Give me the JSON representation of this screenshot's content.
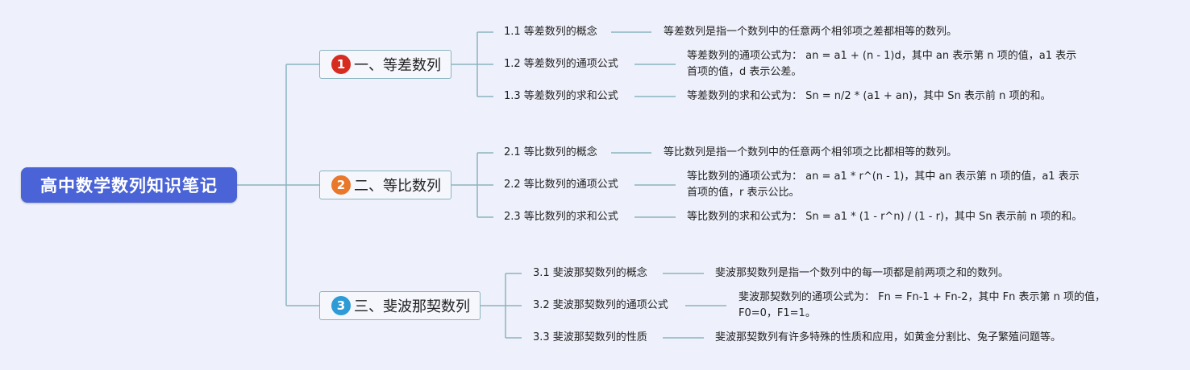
{
  "root": {
    "title": "高中数学数列知识笔记"
  },
  "colors": {
    "root_bg": "#4a63d6",
    "line": "#8ab4bf",
    "badge_1": "#d62d20",
    "badge_2": "#e9782b",
    "badge_3": "#2e9bd6"
  },
  "branches": [
    {
      "badge": "1",
      "title": "一、等差数列",
      "children": [
        {
          "label": "1.1 等差数列的概念",
          "detail": "等差数列是指一个数列中的任意两个相邻项之差都相等的数列。"
        },
        {
          "label": "1.2 等差数列的通项公式",
          "detail": "等差数列的通项公式为： an = a1 + (n - 1)d，其中 an 表示第 n 项的值，a1 表示首项的值，d 表示公差。"
        },
        {
          "label": "1.3 等差数列的求和公式",
          "detail": "等差数列的求和公式为： Sn = n/2 * (a1 + an)，其中 Sn 表示前 n 项的和。"
        }
      ]
    },
    {
      "badge": "2",
      "title": "二、等比数列",
      "children": [
        {
          "label": "2.1 等比数列的概念",
          "detail": "等比数列是指一个数列中的任意两个相邻项之比都相等的数列。"
        },
        {
          "label": "2.2 等比数列的通项公式",
          "detail": "等比数列的通项公式为： an = a1 * r^(n - 1)，其中 an 表示第 n 项的值，a1 表示首项的值，r 表示公比。"
        },
        {
          "label": "2.3 等比数列的求和公式",
          "detail": "等比数列的求和公式为： Sn = a1 * (1 - r^n) / (1 - r)，其中 Sn 表示前 n 项的和。"
        }
      ]
    },
    {
      "badge": "3",
      "title": "三、斐波那契数列",
      "children": [
        {
          "label": "3.1 斐波那契数列的概念",
          "detail": "斐波那契数列是指一个数列中的每一项都是前两项之和的数列。"
        },
        {
          "label": "3.2 斐波那契数列的通项公式",
          "detail": "斐波那契数列的通项公式为： Fn = Fn-1 + Fn-2，其中 Fn 表示第 n 项的值，F0=0，F1=1。"
        },
        {
          "label": "3.3 斐波那契数列的性质",
          "detail": "斐波那契数列有许多特殊的性质和应用，如黄金分割比、兔子繁殖问题等。"
        }
      ]
    }
  ]
}
